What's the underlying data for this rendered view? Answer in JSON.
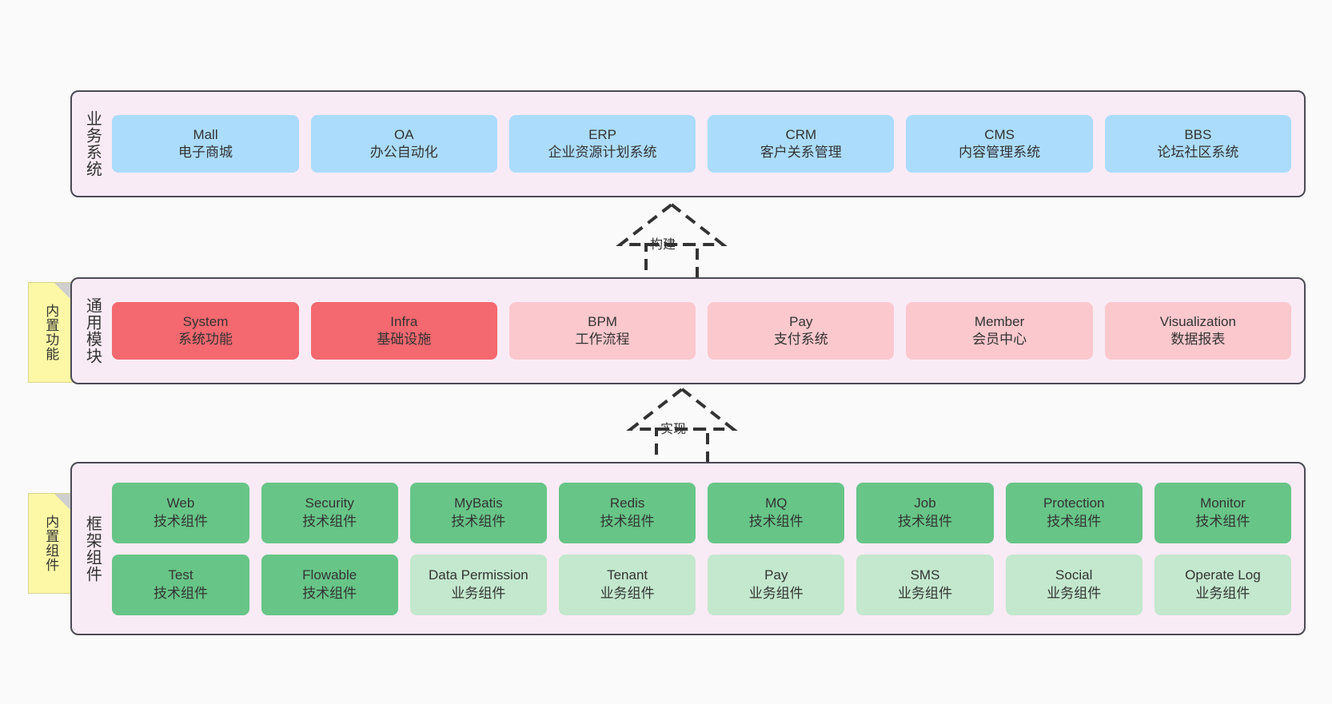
{
  "diagram": {
    "background_color": "#fafafa",
    "panel_color": "#f9ebf5",
    "panel_border_color": "#4a4a55",
    "note_color": "#fcf8a5"
  },
  "layers": [
    {
      "id": "business-system",
      "label": "业务系统",
      "note": null,
      "rows": [
        {
          "boxes": [
            {
              "en": "Mall",
              "cn": "电子商城",
              "color": "#abdcfb",
              "style": "blue"
            },
            {
              "en": "OA",
              "cn": "办公自动化",
              "color": "#abdcfb",
              "style": "blue"
            },
            {
              "en": "ERP",
              "cn": "企业资源计划系统",
              "color": "#abdcfb",
              "style": "blue"
            },
            {
              "en": "CRM",
              "cn": "客户关系管理",
              "color": "#abdcfb",
              "style": "blue"
            },
            {
              "en": "CMS",
              "cn": "内容管理系统",
              "color": "#abdcfb",
              "style": "blue"
            },
            {
              "en": "BBS",
              "cn": "论坛社区系统",
              "color": "#abdcfb",
              "style": "blue"
            }
          ]
        }
      ]
    },
    {
      "id": "general-modules",
      "label": "通用模块",
      "note": "内置功能",
      "rows": [
        {
          "boxes": [
            {
              "en": "System",
              "cn": "系统功能",
              "color": "#f4686f",
              "style": "red"
            },
            {
              "en": "Infra",
              "cn": "基础设施",
              "color": "#f4686f",
              "style": "red"
            },
            {
              "en": "BPM",
              "cn": "工作流程",
              "color": "#fbc8cd",
              "style": "pink"
            },
            {
              "en": "Pay",
              "cn": "支付系统",
              "color": "#fbc8cd",
              "style": "pink"
            },
            {
              "en": "Member",
              "cn": "会员中心",
              "color": "#fbc8cd",
              "style": "pink"
            },
            {
              "en": "Visualization",
              "cn": "数据报表",
              "color": "#fbc8cd",
              "style": "pink"
            }
          ]
        }
      ]
    },
    {
      "id": "framework-components",
      "label": "框架组件",
      "note": "内置组件",
      "rows": [
        {
          "boxes": [
            {
              "en": "Web",
              "cn": "技术组件",
              "color": "#67c587",
              "style": "green"
            },
            {
              "en": "Security",
              "cn": "技术组件",
              "color": "#67c587",
              "style": "green"
            },
            {
              "en": "MyBatis",
              "cn": "技术组件",
              "color": "#67c587",
              "style": "green"
            },
            {
              "en": "Redis",
              "cn": "技术组件",
              "color": "#67c587",
              "style": "green"
            },
            {
              "en": "MQ",
              "cn": "技术组件",
              "color": "#67c587",
              "style": "green"
            },
            {
              "en": "Job",
              "cn": "技术组件",
              "color": "#67c587",
              "style": "green"
            },
            {
              "en": "Protection",
              "cn": "技术组件",
              "color": "#67c587",
              "style": "green"
            },
            {
              "en": "Monitor",
              "cn": "技术组件",
              "color": "#67c587",
              "style": "green"
            }
          ]
        },
        {
          "boxes": [
            {
              "en": "Test",
              "cn": "技术组件",
              "color": "#67c587",
              "style": "green"
            },
            {
              "en": "Flowable",
              "cn": "技术组件",
              "color": "#67c587",
              "style": "green"
            },
            {
              "en": "Data Permission",
              "cn": "业务组件",
              "color": "#c3e8cd",
              "style": "lightgreen"
            },
            {
              "en": "Tenant",
              "cn": "业务组件",
              "color": "#c3e8cd",
              "style": "lightgreen"
            },
            {
              "en": "Pay",
              "cn": "业务组件",
              "color": "#c3e8cd",
              "style": "lightgreen"
            },
            {
              "en": "SMS",
              "cn": "业务组件",
              "color": "#c3e8cd",
              "style": "lightgreen"
            },
            {
              "en": "Social",
              "cn": "业务组件",
              "color": "#c3e8cd",
              "style": "lightgreen"
            },
            {
              "en": "Operate Log",
              "cn": "业务组件",
              "color": "#c3e8cd",
              "style": "lightgreen"
            }
          ]
        }
      ]
    }
  ],
  "connectors": [
    {
      "id": "build",
      "label": "构建",
      "from": "general-modules",
      "to": "business-system",
      "style": "dashed-generalization"
    },
    {
      "id": "implement",
      "label": "实现",
      "from": "framework-components",
      "to": "general-modules",
      "style": "dashed-generalization"
    }
  ]
}
